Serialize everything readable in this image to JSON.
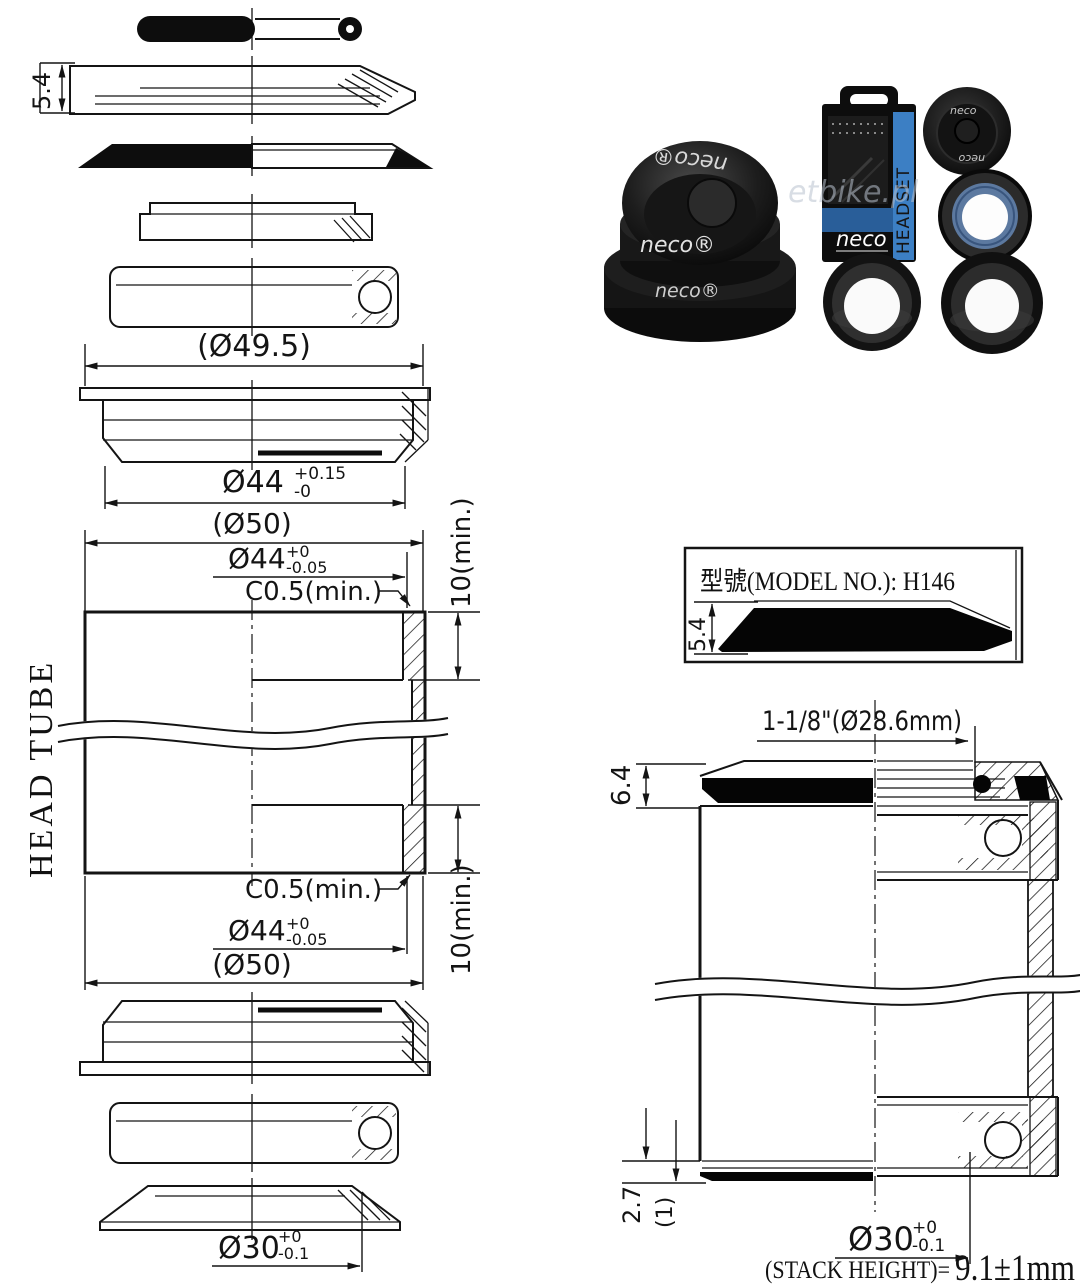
{
  "dims": {
    "dia_49_5": "(Ø49.5)",
    "dia_44": "Ø44",
    "tol_plus_015": "+0.15",
    "tol_minus_0": "-0",
    "dia_50": "(Ø50)",
    "tol_plus_0": "+0",
    "tol_minus_005": "-0.05",
    "chamfer": "C0.5(min.)",
    "head_tube": "HEAD TUBE",
    "depth_10": "10(min.)",
    "dia_30": "Ø30",
    "tol_minus_01": "-0.1",
    "cover_height": "5.4",
    "top_stack": "6.4",
    "crown_height": "2.7",
    "crown_gap": "(1)",
    "steerer": "1-1/8\"(Ø28.6mm)"
  },
  "model_box": {
    "label": "型號(MODEL NO.): H146",
    "cover_height": "5.4"
  },
  "stack": {
    "label": "(STACK HEIGHT)=",
    "value": "9.1±1mm"
  },
  "photo": {
    "brand": "neco®",
    "brand_word": "neco",
    "box_strip": "HEADSET",
    "watermark": "etbike.pl"
  }
}
